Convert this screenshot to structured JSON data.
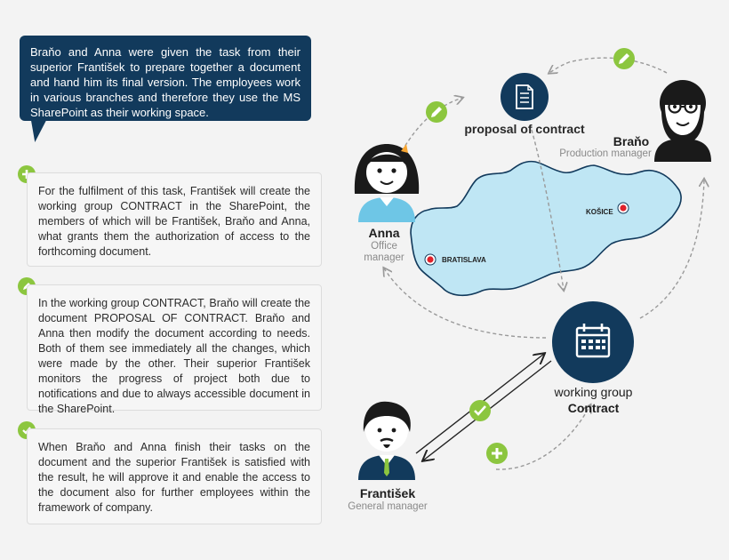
{
  "intro": "Braňo and Anna were given the task from their superior František to prepare together a document and hand him its final version. The employees work in various branches and therefore they use the MS SharePoint as their working space.",
  "steps": [
    {
      "icon": "plus-icon",
      "text": "For the fulfilment of this task, František will create the working group CONTRACT in the SharePoint, the members of which will be František, Braňo and Anna, what grants them the authorization of access to the forthcoming document."
    },
    {
      "icon": "pencil-icon",
      "text": "In the working group CONTRACT, Braňo will create the document PROPOSAL OF CONTRACT. Braňo and Anna then modify the document according to needs. Both of them see immediately all the changes, which were made by the other. Their superior František monitors the progress of project both due to notifications and due to always accessible document in the SharePoint."
    },
    {
      "icon": "check-icon",
      "text": "When Braňo and Anna finish their tasks on the document and the superior František is satisfied with the result, he will approve it and enable the access to the document also for further employees within the framework of company."
    }
  ],
  "diagram": {
    "proposal_label": "proposal of contract",
    "working_group_line1": "working group",
    "working_group_line2": "Contract",
    "cities": [
      "BRATISLAVA",
      "KOŠICE"
    ],
    "people": {
      "brano": {
        "name": "Braňo",
        "role": "Production manager"
      },
      "anna": {
        "name": "Anna",
        "role_line1": "Office",
        "role_line2": "manager"
      },
      "frantisek": {
        "name": "František",
        "role": "General manager"
      }
    }
  },
  "colors": {
    "navy": "#123a5c",
    "green": "#8cc63f",
    "map": "#bfe6f4",
    "map_outline": "#123a5c",
    "pin": "#e0222b",
    "anna_shirt": "#6ec6e6"
  }
}
